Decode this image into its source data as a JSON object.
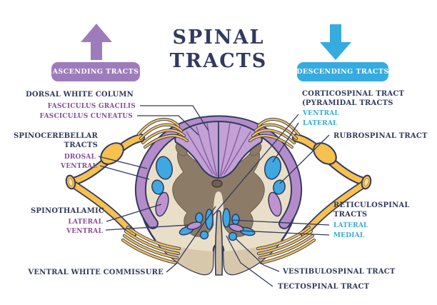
{
  "title": {
    "line1": "SPINAL",
    "line2": "TRACTS"
  },
  "legend": {
    "ascending": {
      "label": "ASCENDING TRACTS",
      "color": "#9e7cbc",
      "arrow_icon": "arrow-up"
    },
    "descending": {
      "label": "DESCENDING TRACTS",
      "color": "#35abdf",
      "arrow_icon": "arrow-down"
    }
  },
  "annotations": {
    "left": {
      "dorsal_white_column": "DORSAL WHITE COLUMN",
      "fasciculus_gracilis": "FASCICULUS GRACILIS",
      "fasciculus_cuneatus": "FASCICULUS CUNEATUS",
      "spinocerebellar_line1": "SPINOCEREBELLAR",
      "spinocerebellar_line2": "TRACTS",
      "spinocerebellar_dorsal": "DROSAL",
      "spinocerebellar_ventral": "VENTRAL",
      "spinothalamic": "SPINOTHALAMIC",
      "spinothalamic_lateral": "LATERAL",
      "spinothalamic_ventral": "VENTRAL",
      "ventral_white_commissure": "VENTRAL WHITE COMMISSURE"
    },
    "right": {
      "corticospinal_line1": "CORTICOSPINAL TRACT",
      "corticospinal_line2": "(PYRAMIDAL TRACTS",
      "corticospinal_ventral": "VENTRAL",
      "corticospinal_lateral": "LATERAL",
      "rubrospinal": "RUBROSPINAL TRACT",
      "reticulospinal_line1": "RETICULOSPINAL",
      "reticulospinal_line2": "TRACTS",
      "reticulospinal_lateral": "LATERAL",
      "reticulospinal_medial": "MEDIAL",
      "vestibulospinal": "VESTIBULOSPINAL TRACT",
      "tectospinal": "TECTOSPINAL TRACT"
    }
  },
  "colors": {
    "heading_text": "#323a5e",
    "ascending_label_text": "#8a4a9c",
    "descending_label_text": "#35abdf",
    "nerve_yellow": "#f6c14f",
    "white_matter_beige": "#e9dfc8",
    "gray_matter": "#8c7b66",
    "dorsal_column_purple": "#c2a1d4",
    "tract_blue": "#3fa8e0"
  }
}
